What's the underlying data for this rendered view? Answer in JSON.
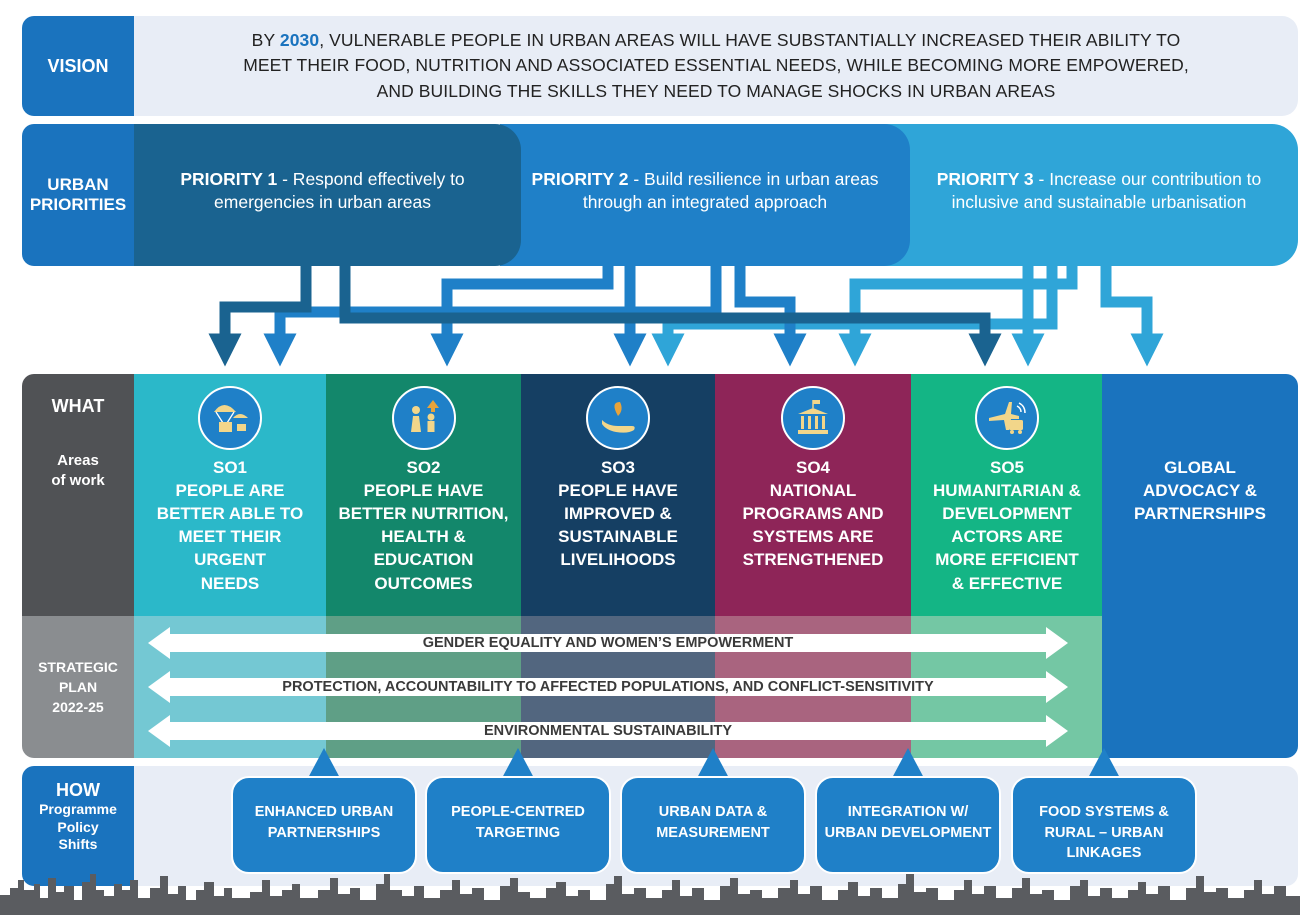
{
  "labels": {
    "vision": "VISION",
    "urban": "URBAN",
    "priorities": "PRIORITIES",
    "what": "WHAT",
    "areas": "Areas",
    "of_work": "of work",
    "strategic": "STRATEGIC",
    "plan": "PLAN",
    "years": "2022-25",
    "how": "HOW",
    "programme": "Programme",
    "policy": "Policy",
    "shifts": "Shifts"
  },
  "vision": {
    "by": "BY ",
    "year": "2030",
    "text": ", VULNERABLE PEOPLE IN URBAN AREAS WILL HAVE SUBSTANTIALLY INCREASED THEIR ABILITY TO MEET THEIR FOOD, NUTRITION AND ASSOCIATED ESSENTIAL NEEDS, WHILE BECOMING MORE EMPOWERED, AND BUILDING THE SKILLS THEY NEED TO MANAGE SHOCKS IN URBAN AREAS"
  },
  "priorities": [
    {
      "label": "PRIORITY 1",
      "text": " - Respond effectively to emergencies in urban areas"
    },
    {
      "label": "PRIORITY 2",
      "text": " - Build resilience in urban areas through an integrated approach"
    },
    {
      "label": "PRIORITY 3",
      "text": " - Increase our contribution to inclusive and sustainable urbanisation"
    }
  ],
  "objectives": [
    {
      "code": "SO1",
      "lines": [
        "PEOPLE ARE",
        "BETTER ABLE TO",
        "MEET THEIR",
        "URGENT",
        "NEEDS"
      ],
      "icon": "parachute-aid-icon",
      "color": "#2bb8c9",
      "band": "#74c8d3"
    },
    {
      "code": "SO2",
      "lines": [
        "PEOPLE HAVE",
        "BETTER NUTRITION,",
        "HEALTH &",
        "EDUCATION",
        "OUTCOMES"
      ],
      "icon": "family-growth-icon",
      "color": "#13876b",
      "band": "#5f9f86"
    },
    {
      "code": "SO3",
      "lines": [
        "PEOPLE HAVE",
        "IMPROVED &",
        "SUSTAINABLE",
        "LIVELIHOODS"
      ],
      "icon": "seedling-hand-icon",
      "color": "#153f63",
      "band": "#52667f"
    },
    {
      "code": "SO4",
      "lines": [
        "NATIONAL",
        "PROGRAMS AND",
        "SYSTEMS ARE",
        "STRENGTHENED"
      ],
      "icon": "government-building-icon",
      "color": "#8e2558",
      "band": "#a9647f"
    },
    {
      "code": "SO5",
      "lines": [
        "HUMANITARIAN &",
        "DEVELOPMENT",
        "ACTORS ARE",
        "MORE EFFICIENT",
        "& EFFECTIVE"
      ],
      "icon": "plane-truck-icon",
      "color": "#14b585",
      "band": "#74c7a4"
    }
  ],
  "global": {
    "lines": [
      "GLOBAL",
      "ADVOCACY &",
      "PARTNERSHIPS"
    ]
  },
  "cross_cutting": [
    "GENDER EQUALITY AND WOMEN’S EMPOWERMENT",
    "PROTECTION, ACCOUNTABILITY TO AFFECTED POPULATIONS, AND CONFLICT-SENSITIVITY",
    "ENVIRONMENTAL SUSTAINABILITY"
  ],
  "shifts": [
    {
      "lines": [
        "ENHANCED URBAN",
        "PARTNERSHIPS"
      ]
    },
    {
      "lines": [
        "PEOPLE-CENTRED",
        "TARGETING"
      ]
    },
    {
      "lines": [
        "URBAN DATA &",
        "MEASUREMENT"
      ]
    },
    {
      "lines": [
        "INTEGRATION W/",
        "URBAN DEVELOPMENT"
      ]
    },
    {
      "lines": [
        "FOOD SYSTEMS &",
        "RURAL – URBAN",
        "LINKAGES"
      ]
    }
  ],
  "colors": {
    "brand_blue": "#1a73be",
    "priority1": "#1a6390",
    "priority2": "#1f80c8",
    "priority3": "#2fa5d8",
    "skyline": "#5a5c60"
  }
}
